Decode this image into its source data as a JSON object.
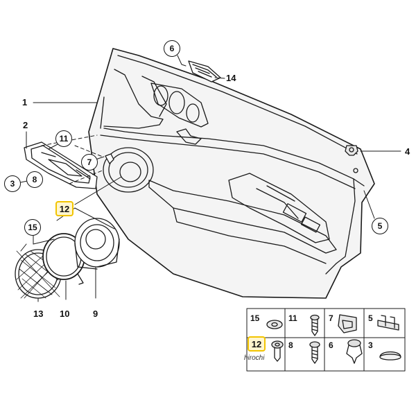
{
  "callouts": {
    "c1": "1",
    "c2": "2",
    "c3": "3",
    "c4": "4",
    "c5": "5",
    "c6": "6",
    "c7": "7",
    "c8": "8",
    "c9": "9",
    "c10": "10",
    "c11": "11",
    "c12": "12",
    "c13": "13",
    "c14": "14",
    "c15": "15"
  },
  "kit_grid": {
    "row1": [
      "15",
      "11",
      "7",
      "5"
    ],
    "row2": [
      "12",
      "8",
      "6",
      "3"
    ]
  },
  "watermark": "hirochi",
  "colors": {
    "line": "#1a1a1a",
    "highlight_border": "#f2c400",
    "highlight_fill": "#fff6cf",
    "panel_fill": "#f4f4f4"
  }
}
